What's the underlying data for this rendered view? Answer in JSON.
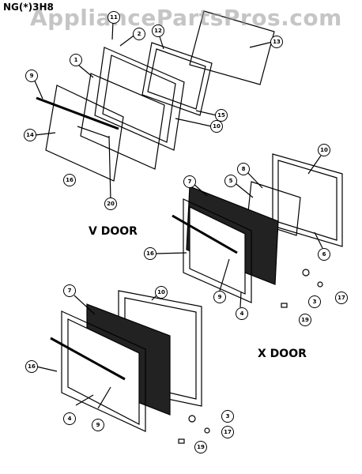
{
  "header": {
    "model_code": "NG(*)3H8"
  },
  "watermark": {
    "text": "AppliancePartsPros.com"
  },
  "sections": {
    "v_door_label": "V DOOR",
    "x_door_label": "X DOOR"
  },
  "callouts": {
    "v_door": [
      "11",
      "2",
      "12",
      "13",
      "1",
      "9",
      "15",
      "10",
      "14",
      "16",
      "20"
    ],
    "x_door_upper": [
      "10",
      "8",
      "5",
      "7",
      "6",
      "16",
      "9",
      "4",
      "3",
      "17",
      "19"
    ],
    "x_door_lower": [
      "7",
      "10",
      "16",
      "4",
      "9",
      "3",
      "17",
      "19"
    ]
  }
}
